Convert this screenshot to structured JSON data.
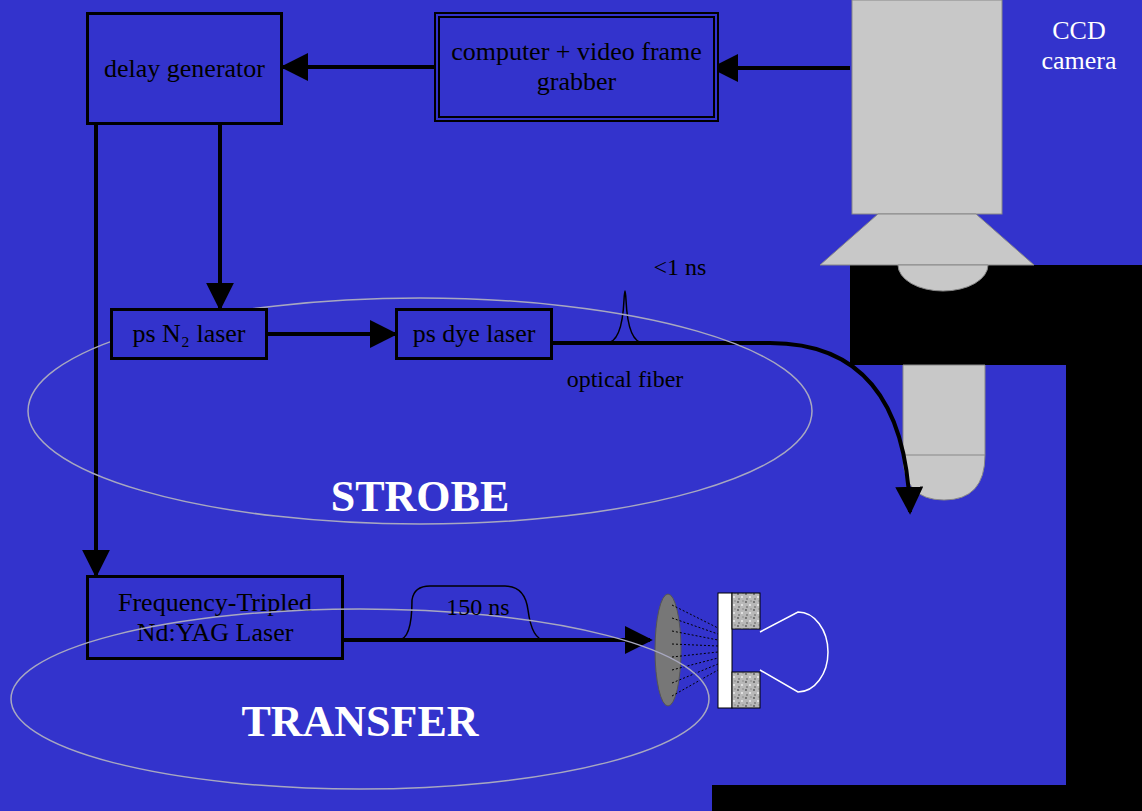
{
  "diagram": {
    "nodes": [
      {
        "text": [
          "delay generator"
        ]
      },
      {
        "text": [
          "computer + video frame grabber"
        ]
      },
      {
        "text": [
          "STROBE"
        ]
      },
      {
        "text": [
          "ps N₂ laser"
        ]
      },
      {
        "text": [
          "ps dye laser"
        ]
      },
      {
        "text": [
          "Frequency-Tripled Nd:YAG Laser"
        ]
      },
      {
        "text": [
          "TRANSFER"
        ]
      }
    ],
    "edges": [
      {
        "from": 1,
        "to": 0,
        "arrow": "to"
      },
      {
        "from": 0,
        "to": 3,
        "arrow": "to"
      },
      {
        "from": 0,
        "to": 5,
        "arrow": "to"
      },
      {
        "from": 3,
        "to": 4,
        "arrow": "to"
      }
    ],
    "labels": [
      "CCD camera",
      "<1 ns",
      "optical fiber",
      "150 ns"
    ]
  }
}
